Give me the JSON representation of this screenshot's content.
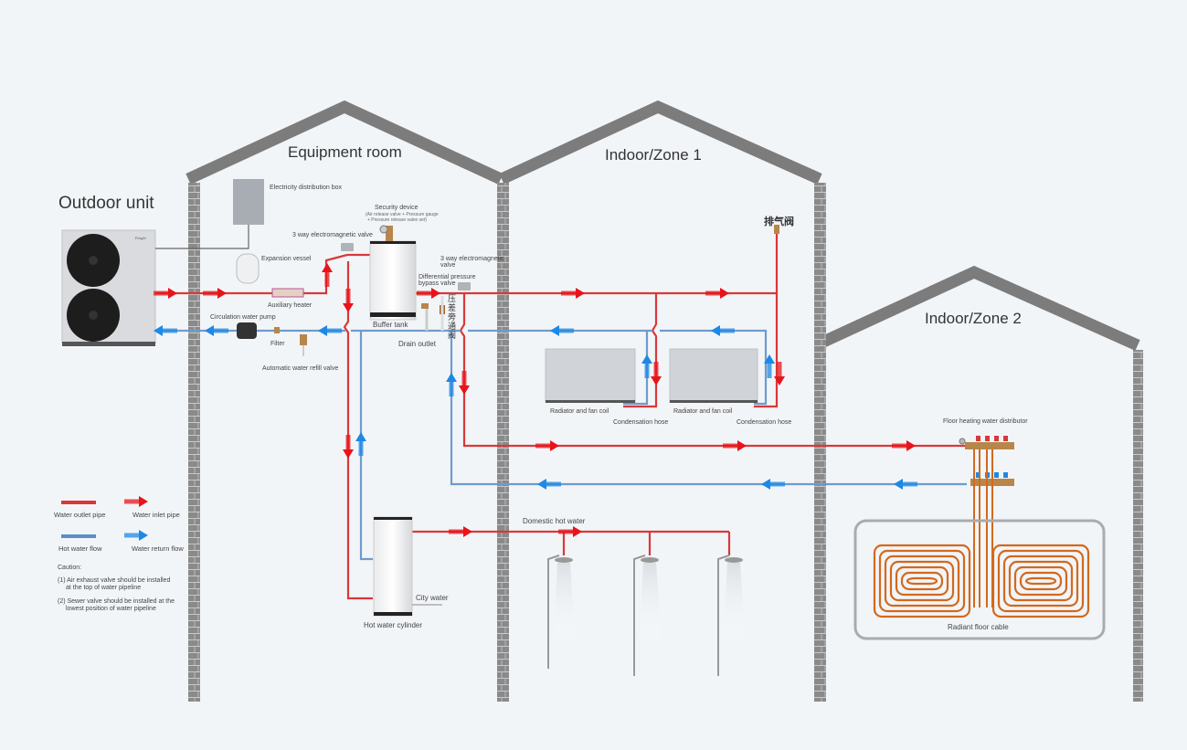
{
  "rooms": {
    "outdoor": "Outdoor unit",
    "equipment": "Equipment room",
    "zone1": "Indoor/Zone 1",
    "zone2": "Indoor/Zone 2"
  },
  "labels": {
    "electricity_box": "Electricity distribution box",
    "security_device": "Security device",
    "security_device_detail_1": "(Air release valve + Pressure gauge",
    "security_device_detail_2": "+ Pressure release valve set)",
    "three_way_valve_1": "3 way electromagnetic valve",
    "three_way_valve_2_line1": "3 way electromagnetic",
    "three_way_valve_2_line2": "valve",
    "expansion_vessel": "Expansion vessel",
    "auxiliary_heater": "Auxiliary heater",
    "circulation_pump": "Circulation water pump",
    "filter": "Filter",
    "auto_refill_valve": "Automatic water refill valve",
    "buffer_tank": "Buffer tank",
    "diff_pressure_line1": "Differential pressure",
    "diff_pressure_line2": "bypass valve",
    "diff_pressure_cn": "压差旁通阀",
    "drain_outlet": "Drain outlet",
    "air_vent_cn": "排气阀",
    "radiator_1": "Radiator and fan coil",
    "radiator_2": "Radiator and fan coil",
    "condensation_1": "Condensation hose",
    "condensation_2": "Condensation hose",
    "floor_distributor": "Floor heating water distributor",
    "radiant_floor": "Radiant floor cable",
    "domestic_hot_water": "Domestic hot water",
    "city_water": "City water",
    "hot_water_cylinder": "Hot water cylinder"
  },
  "legend": {
    "items": [
      {
        "label": "Water outlet pipe",
        "type": "pipe",
        "color": "#d9383a"
      },
      {
        "label": "Water inlet pipe",
        "type": "arrow",
        "color": "#e8141b"
      },
      {
        "label": "Hot water flow",
        "type": "pipe",
        "color": "#5b8fc7"
      },
      {
        "label": "Water return flow",
        "type": "arrow",
        "color": "#1e88e5"
      }
    ],
    "caution_title": "Caution:",
    "caution_1_line1": "(1) Air exhaust valve should be installed",
    "caution_1_line2": "at the top of water pipeline",
    "caution_2_line1": "(2) Sewer valve should be installed at the",
    "caution_2_line2": "lowest position of water pipeline"
  },
  "colors": {
    "background": "#f2f5f8",
    "wall": "#7c7c7c",
    "hot_pipe": "#d9383a",
    "hot_arrow": "#e8141b",
    "cold_pipe": "#6f9bcc",
    "cold_arrow": "#1e88e5",
    "floor_coil": "#d2691e"
  }
}
